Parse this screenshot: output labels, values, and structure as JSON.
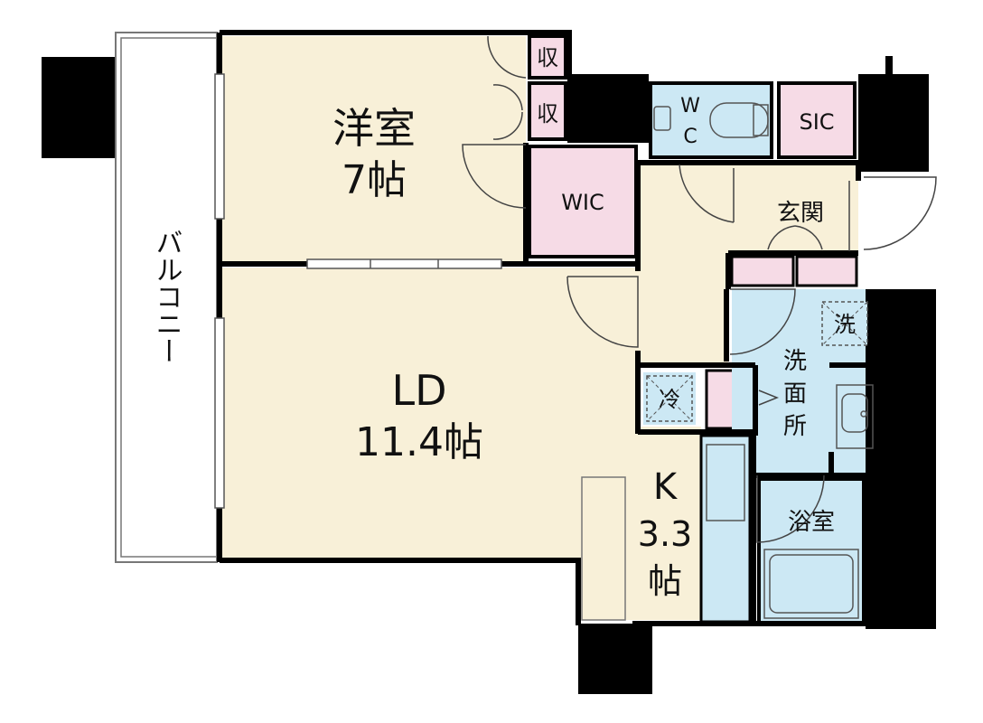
{
  "rooms": {
    "western": {
      "name": "洋室",
      "size": "7帖"
    },
    "ld": {
      "name": "LD",
      "size": "11.4帖"
    },
    "kitchen": {
      "name": "K",
      "size": "3.3",
      "unit": "帖"
    },
    "wic": {
      "name": "WIC"
    },
    "sic": {
      "name": "SIC"
    },
    "wc": {
      "line1": "W",
      "line2": "C"
    },
    "entrance": {
      "name": "玄関"
    },
    "washroom": {
      "line1": "洗",
      "line2": "面",
      "line3": "所"
    },
    "bath": {
      "name": "浴室"
    },
    "storage1": {
      "name": "収"
    },
    "storage2": {
      "name": "収"
    }
  },
  "fixtures": {
    "washer": "洗",
    "fridge": "冷"
  },
  "balcony": {
    "label": "バルコニー"
  },
  "colors": {
    "room": "#f8f0d8",
    "closet": "#f6dbe6",
    "water": "#cce8f4",
    "wall": "#000000"
  }
}
